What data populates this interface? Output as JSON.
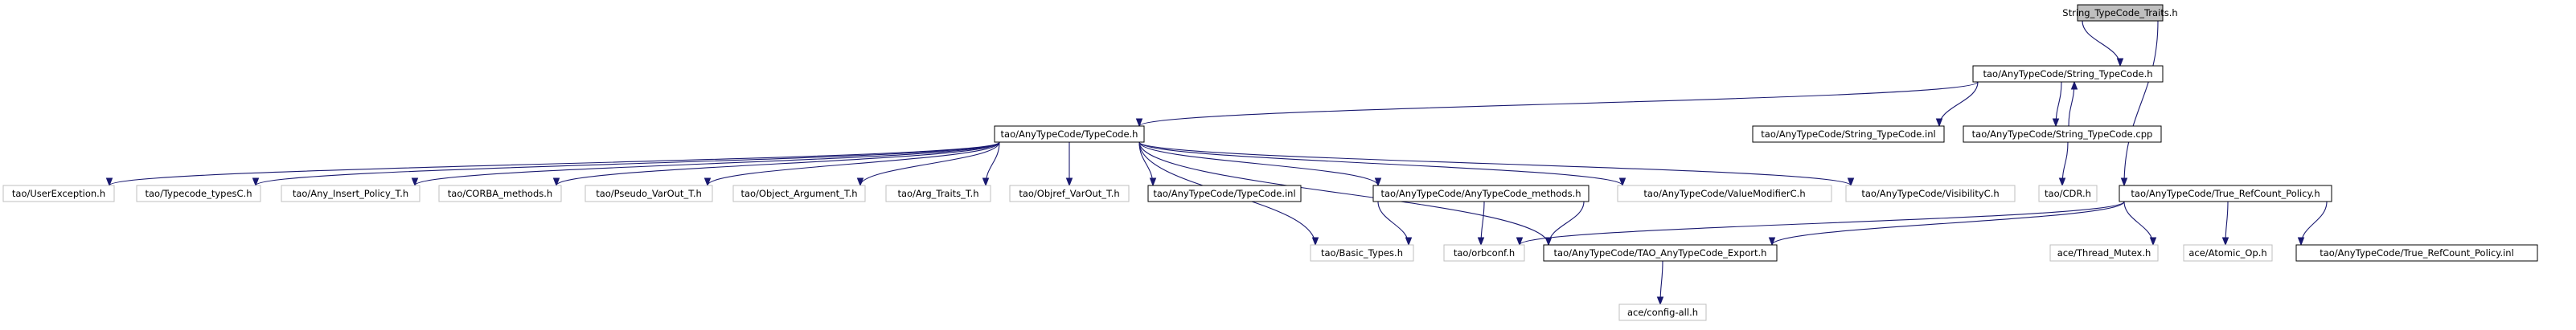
{
  "graph": {
    "nodes": [
      {
        "id": "root",
        "label": "String_TypeCode_Traits.h",
        "style": "root"
      },
      {
        "id": "stc_h",
        "label": "tao/AnyTypeCode/String_TypeCode.h",
        "style": "solid"
      },
      {
        "id": "tc_h",
        "label": "tao/AnyTypeCode/TypeCode.h",
        "style": "solid"
      },
      {
        "id": "stc_inl",
        "label": "tao/AnyTypeCode/String_TypeCode.inl",
        "style": "solid"
      },
      {
        "id": "stc_cpp",
        "label": "tao/AnyTypeCode/String_TypeCode.cpp",
        "style": "solid"
      },
      {
        "id": "trcp_h",
        "label": "tao/AnyTypeCode/True_RefCount_Policy.h",
        "style": "solid"
      },
      {
        "id": "userexc",
        "label": "tao/UserException.h",
        "style": "faded"
      },
      {
        "id": "tctypes",
        "label": "tao/Typecode_typesC.h",
        "style": "faded"
      },
      {
        "id": "anyins",
        "label": "tao/Any_Insert_Policy_T.h",
        "style": "faded"
      },
      {
        "id": "corbam",
        "label": "tao/CORBA_methods.h",
        "style": "faded"
      },
      {
        "id": "pseudo",
        "label": "tao/Pseudo_VarOut_T.h",
        "style": "faded"
      },
      {
        "id": "objarg",
        "label": "tao/Object_Argument_T.h",
        "style": "faded"
      },
      {
        "id": "argtr",
        "label": "tao/Arg_Traits_T.h",
        "style": "faded"
      },
      {
        "id": "objref",
        "label": "tao/Objref_VarOut_T.h",
        "style": "faded"
      },
      {
        "id": "tc_inl",
        "label": "tao/AnyTypeCode/TypeCode.inl",
        "style": "solid"
      },
      {
        "id": "atcm",
        "label": "tao/AnyTypeCode/AnyTypeCode_methods.h",
        "style": "solid"
      },
      {
        "id": "vmod",
        "label": "tao/AnyTypeCode/ValueModifierC.h",
        "style": "faded"
      },
      {
        "id": "visib",
        "label": "tao/AnyTypeCode/VisibilityC.h",
        "style": "faded"
      },
      {
        "id": "cdr",
        "label": "tao/CDR.h",
        "style": "faded"
      },
      {
        "id": "basic",
        "label": "tao/Basic_Types.h",
        "style": "faded"
      },
      {
        "id": "orbconf",
        "label": "tao/orbconf.h",
        "style": "faded"
      },
      {
        "id": "export",
        "label": "tao/AnyTypeCode/TAO_AnyTypeCode_Export.h",
        "style": "solid"
      },
      {
        "id": "thrmx",
        "label": "ace/Thread_Mutex.h",
        "style": "faded"
      },
      {
        "id": "atomic",
        "label": "ace/Atomic_Op.h",
        "style": "faded"
      },
      {
        "id": "trcp_inl",
        "label": "tao/AnyTypeCode/True_RefCount_Policy.inl",
        "style": "solid"
      },
      {
        "id": "cfgall",
        "label": "ace/config-all.h",
        "style": "faded"
      }
    ],
    "edges": [
      [
        "root",
        "stc_h"
      ],
      [
        "root",
        "trcp_h"
      ],
      [
        "stc_h",
        "tc_h"
      ],
      [
        "stc_h",
        "stc_inl"
      ],
      [
        "stc_h",
        "stc_cpp"
      ],
      [
        "stc_cpp",
        "stc_h"
      ],
      [
        "stc_cpp",
        "cdr"
      ],
      [
        "tc_h",
        "userexc"
      ],
      [
        "tc_h",
        "tctypes"
      ],
      [
        "tc_h",
        "anyins"
      ],
      [
        "tc_h",
        "corbam"
      ],
      [
        "tc_h",
        "pseudo"
      ],
      [
        "tc_h",
        "objarg"
      ],
      [
        "tc_h",
        "argtr"
      ],
      [
        "tc_h",
        "objref"
      ],
      [
        "tc_h",
        "tc_inl"
      ],
      [
        "tc_h",
        "atcm"
      ],
      [
        "tc_h",
        "vmod"
      ],
      [
        "tc_h",
        "visib"
      ],
      [
        "tc_h",
        "basic"
      ],
      [
        "tc_h",
        "export"
      ],
      [
        "atcm",
        "basic"
      ],
      [
        "atcm",
        "orbconf"
      ],
      [
        "atcm",
        "export"
      ],
      [
        "trcp_h",
        "orbconf"
      ],
      [
        "trcp_h",
        "export"
      ],
      [
        "trcp_h",
        "thrmx"
      ],
      [
        "trcp_h",
        "atomic"
      ],
      [
        "trcp_h",
        "trcp_inl"
      ],
      [
        "export",
        "cfgall"
      ]
    ]
  }
}
